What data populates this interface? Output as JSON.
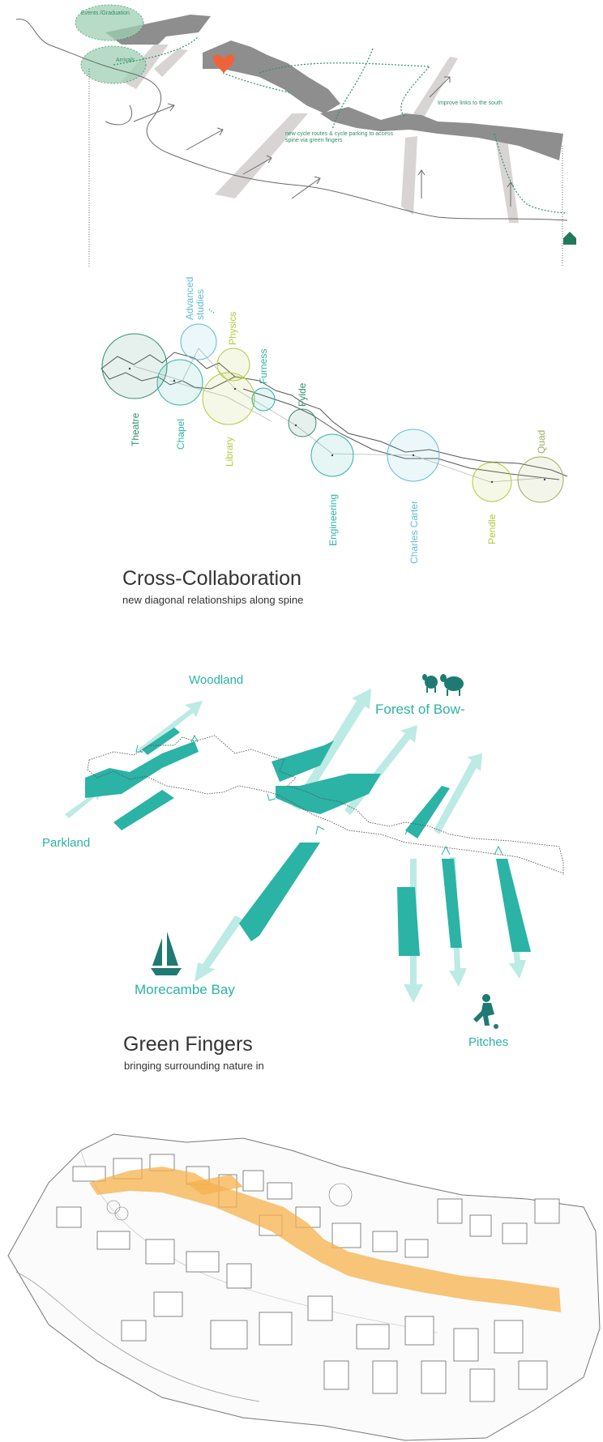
{
  "colors": {
    "green_dark": "#2f8f6a",
    "teal": "#2bb3a5",
    "teal_light": "#a6e3dc",
    "aqua": "#5fbcd3",
    "lime": "#b5c93a",
    "grey_spine": "#8e8e8e",
    "grey_light": "#d9d4d4",
    "orange_spine": "#f6b24c",
    "heart": "#f0623a"
  },
  "section1": {
    "labels": {
      "events": "Events /Graduation",
      "arrivals": "Arrivals",
      "improve_links": "Improve links to the south",
      "cycle_routes_1": "new cycle routes & cycle parking to access",
      "cycle_routes_2": "spine via green fingers"
    }
  },
  "section2": {
    "title": "Cross-Collaboration",
    "subtitle": "new diagonal relationships along spine",
    "nodes": [
      {
        "label": "Theatre",
        "color": "#2f8f6a"
      },
      {
        "label": "Chapel",
        "color": "#2bb3a5"
      },
      {
        "label": "Advanced studies",
        "color": "#5fbcd3"
      },
      {
        "label": "Physics",
        "color": "#b5c93a"
      },
      {
        "label": "Library",
        "color": "#b5c93a"
      },
      {
        "label": "Furness",
        "color": "#2bb3a5"
      },
      {
        "label": "Fylde",
        "color": "#2f8f6a"
      },
      {
        "label": "Engineering",
        "color": "#2bb3a5"
      },
      {
        "label": "Charles Carter",
        "color": "#5fbcd3"
      },
      {
        "label": "Pendle",
        "color": "#b5c93a"
      },
      {
        "label": "Quad",
        "color": "#9aae5a"
      }
    ]
  },
  "section3": {
    "title": "Green Fingers",
    "subtitle": "bringing surrounding nature in",
    "labels": {
      "woodland": "Woodland",
      "forest": "Forest of Bow-",
      "parkland": "Parkland",
      "morecambe": "Morecambe Bay",
      "pitches": "Pitches"
    },
    "icons": [
      "sheep-icon",
      "sailboat-icon",
      "footballer-icon",
      "house-icon",
      "heart-icon"
    ]
  }
}
